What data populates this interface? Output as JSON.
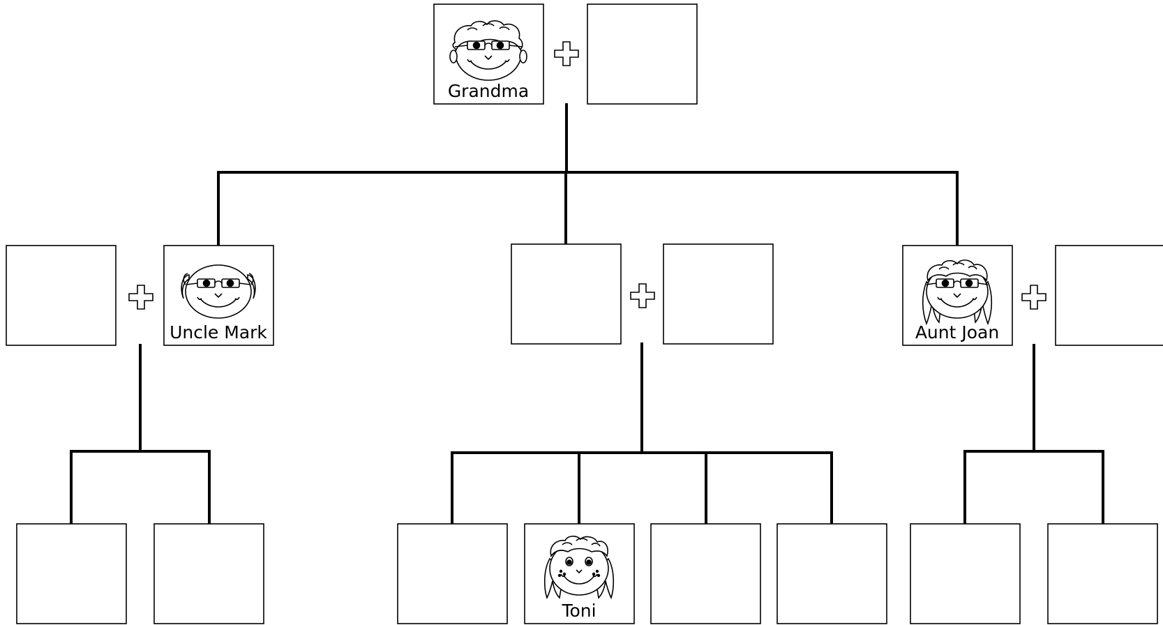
{
  "people": {
    "grandma": {
      "name": "Grandma",
      "portrait": "grandma-face-icon"
    },
    "grandma_partner": {
      "name": ""
    },
    "uncle_mark_partner": {
      "name": ""
    },
    "uncle_mark": {
      "name": "Uncle Mark",
      "portrait": "uncle-mark-face-icon"
    },
    "middle_parent_a": {
      "name": ""
    },
    "middle_parent_b": {
      "name": ""
    },
    "aunt_joan": {
      "name": "Aunt Joan",
      "portrait": "aunt-joan-face-icon"
    },
    "aunt_joan_partner": {
      "name": ""
    },
    "uncle_mark_child_1": {
      "name": ""
    },
    "uncle_mark_child_2": {
      "name": ""
    },
    "middle_child_1": {
      "name": ""
    },
    "toni": {
      "name": "Toni",
      "portrait": "toni-face-icon"
    },
    "middle_child_3": {
      "name": ""
    },
    "middle_child_4": {
      "name": ""
    },
    "aunt_joan_child_1": {
      "name": ""
    },
    "aunt_joan_child_2": {
      "name": ""
    }
  },
  "couple_symbol": "plus-icon",
  "colors": {
    "line": "#000000",
    "background": "#ffffff"
  }
}
